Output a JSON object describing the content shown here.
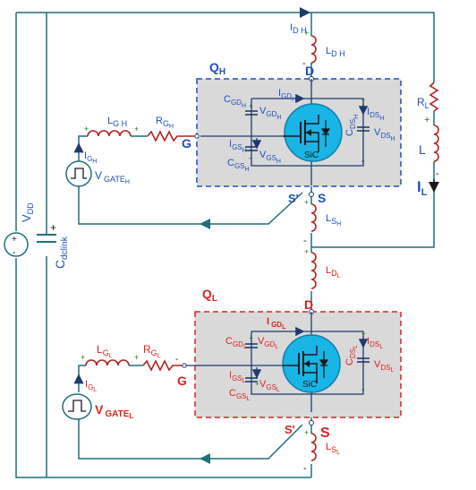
{
  "colors": {
    "high": "#1f4fbf",
    "low": "#e02020",
    "wire": "#1f6f78",
    "part": "#b22222",
    "sic": "#19b5e6",
    "box": "#d9d9d9"
  },
  "sources": {
    "vdd": "V",
    "vdd_sub": "DD",
    "cdc": "C",
    "cdc_sub": "dclink"
  },
  "high": {
    "name": "Q",
    "sub": "H",
    "idh": "I",
    "idh_sub": "D H",
    "ldh": "L",
    "ldh_sub": "D H",
    "d": "D",
    "g": "G",
    "s": "S",
    "sp": "S'",
    "cgd": "C",
    "cgd_sub": "GD",
    "cgd_sub2": "H",
    "vgd": "V",
    "vgd_sub": "GD",
    "vgd_sub2": "H",
    "igd": "I",
    "igd_sub": "GD",
    "igd_sub2": "H",
    "ids": "I",
    "ids_sub": "DS",
    "ids_sub2": "H",
    "cds": "C",
    "cds_sub": "DS",
    "cds_sub2": "H",
    "vds": "V",
    "vds_sub": "DS",
    "vds_sub2": "H",
    "igs": "I",
    "igs_sub": "GS",
    "igs_sub2": "H",
    "cgs": "C",
    "cgs_sub": "GS",
    "cgs_sub2": "H",
    "vgs": "V",
    "vgs_sub": "GS",
    "vgs_sub2": "H",
    "lg": "L",
    "lg_sub": "G H",
    "rg": "R",
    "rg_sub": "G",
    "rg_sub2": "H",
    "ig": "I",
    "ig_sub": "G",
    "ig_sub2": "H",
    "vgate": "V",
    "vgate_sub": "GATE",
    "vgate_sub2": "H",
    "ls": "L",
    "ls_sub": "S",
    "ls_sub2": "H",
    "sic": "SiC"
  },
  "load": {
    "rl": "R",
    "rl_sub": "L",
    "l": "L",
    "il": "I",
    "il_sub": "L"
  },
  "low": {
    "name": "Q",
    "sub": "L",
    "ld": "L",
    "ld_sub": "D",
    "ld_sub2": "L",
    "d": "D",
    "g": "G",
    "s": "S",
    "sp": "S'",
    "igd": "I",
    "igd_sub": "GD",
    "igd_sub2": "L",
    "cgd": "C",
    "cgd_sub": "GD",
    "cgd_sub2": "L",
    "vgd": "V",
    "vgd_sub": "GD",
    "vgd_sub2": "L",
    "ids": "I",
    "ids_sub": "DS",
    "ids_sub2": "L",
    "cds": "C",
    "cds_sub": "DS",
    "cds_sub2": "L",
    "vds": "V",
    "vds_sub": "DS",
    "vds_sub2": "L",
    "igs": "I",
    "igs_sub": "GS",
    "igs_sub2": "L",
    "cgs": "C",
    "cgs_sub": "GS",
    "cgs_sub2": "L",
    "vgs": "V",
    "vgs_sub": "GS",
    "vgs_sub2": "L",
    "lg": "L",
    "lg_sub": "G",
    "lg_sub2": "L",
    "rg": "R",
    "rg_sub": "G",
    "rg_sub2": "L",
    "ig": "I",
    "ig_sub": "G",
    "ig_sub2": "L",
    "vgate": "V",
    "vgate_sub": "GATE",
    "vgate_sub2": "L",
    "ls": "L",
    "ls_sub": "S",
    "ls_sub2": "L",
    "sic": "SiC"
  },
  "signs": {
    "plus": "+",
    "minus": "-"
  }
}
